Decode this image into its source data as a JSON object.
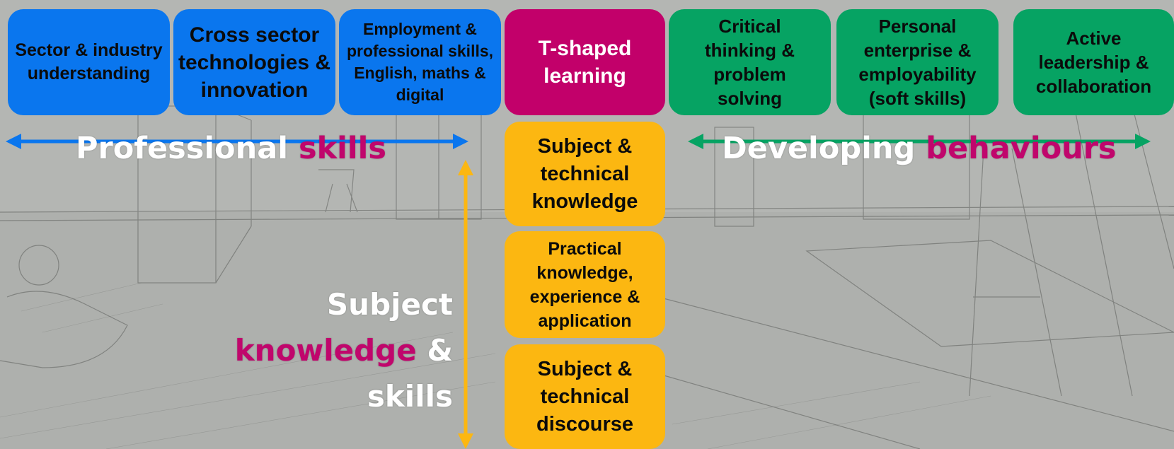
{
  "colors": {
    "professional": "#0a76ee",
    "behaviours": "#06a363",
    "tshaped": "#c2006a",
    "subject": "#fcb711",
    "accent_text": "#c0066c"
  },
  "top_row": {
    "sector": "Sector & industry understanding",
    "cross_sector": "Cross sector technologies & innovation",
    "employment": "Employment & professional skills, English, maths & digital",
    "tshaped": "T-shaped learning",
    "critical": "Critical thinking & problem solving",
    "enterprise": "Personal enterprise & employability (soft skills)",
    "leadership": "Active leadership & collaboration"
  },
  "column": {
    "subject_technical": "Subject & technical knowledge",
    "practical": "Practical knowledge, experience & application",
    "discourse": "Subject & technical discourse"
  },
  "headings": {
    "professional_word1": "Professional",
    "professional_word2": "skills",
    "developing_word1": "Developing",
    "developing_word2": "behaviours",
    "subject_line1": "Subject",
    "subject_line2a": "knowledge",
    "subject_line2b": "&",
    "subject_line3": "skills"
  }
}
